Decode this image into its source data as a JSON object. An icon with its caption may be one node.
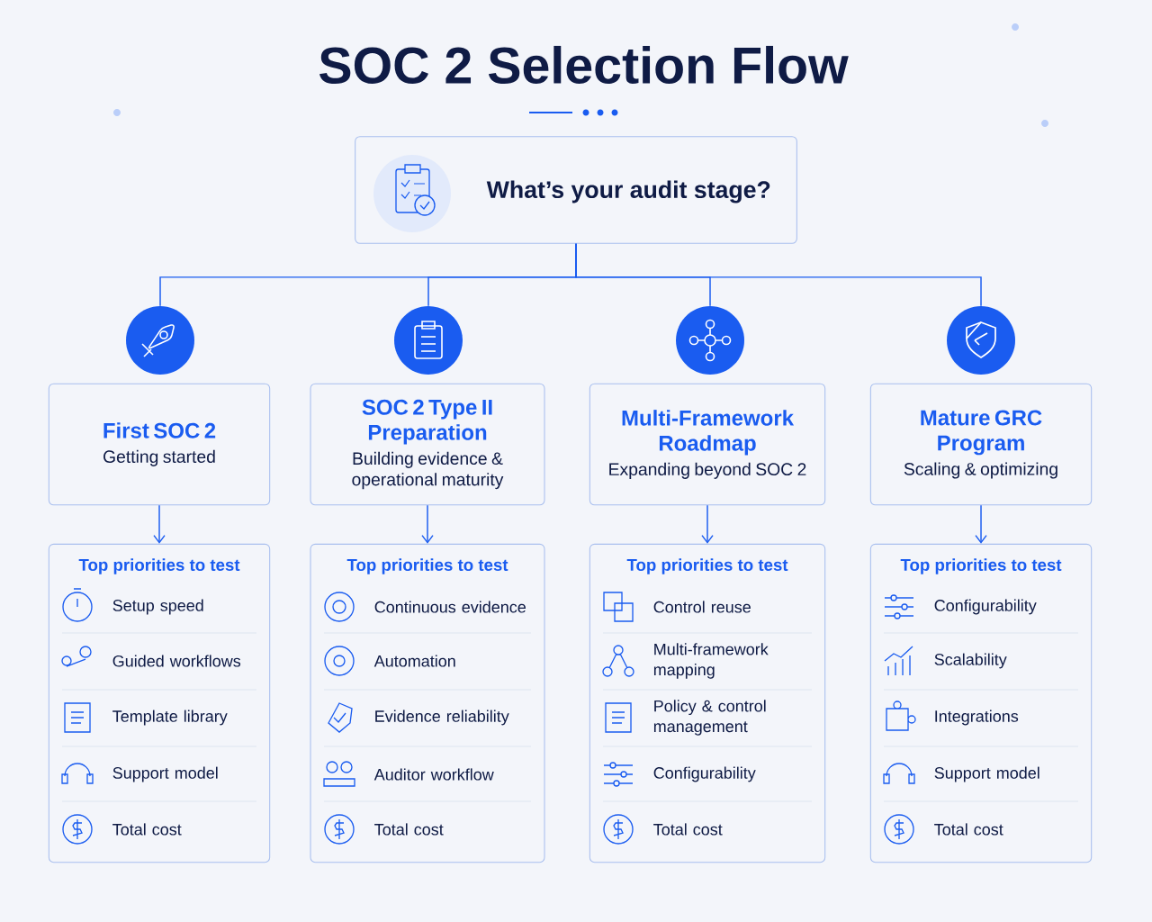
{
  "diagram": {
    "title": "SOC 2 Selection Flow",
    "nodes": [
      {
        "text": [
          "What’s your audit stage?"
        ]
      },
      {
        "text": [],
        "shape": "circle"
      },
      {
        "text": [],
        "shape": "circle"
      },
      {
        "text": [],
        "shape": "circle"
      },
      {
        "text": [],
        "shape": "circle"
      },
      {
        "text": [
          "First SOC 2",
          "Getting started"
        ]
      },
      {
        "text": [
          "SOC 2 Type II Preparation",
          "Building evidence & operational maturity"
        ]
      },
      {
        "text": [
          "Multi-Framework Roadmap",
          "Expanding beyond SOC 2"
        ]
      },
      {
        "text": [
          "Mature GRC Program",
          "Scaling & optimizing"
        ]
      },
      {
        "text": [
          "Top priorities to test",
          "Setup speed",
          "Guided workflows",
          "Template library",
          "Support model",
          "Total cost"
        ]
      },
      {
        "text": [
          "Top priorities to test",
          "Continuous evidence",
          "Automation",
          "Evidence reliability",
          "Auditor workflow",
          "Total cost"
        ]
      },
      {
        "text": [
          "Top priorities to test",
          "Control reuse",
          "Multi-framework mapping",
          "Policy & control management",
          "Configurability",
          "Total cost"
        ]
      },
      {
        "text": [
          "Top priorities to test",
          "Configurability",
          "Scalability",
          "Integrations",
          "Support model",
          "Total cost"
        ]
      }
    ],
    "edges": [
      {
        "from": 0,
        "to": 1,
        "arrow": "none"
      },
      {
        "from": 0,
        "to": 2,
        "arrow": "none"
      },
      {
        "from": 0,
        "to": 3,
        "arrow": "none"
      },
      {
        "from": 0,
        "to": 4,
        "arrow": "none"
      },
      {
        "from": 5,
        "to": 9,
        "arrow": "to"
      },
      {
        "from": 6,
        "to": 10,
        "arrow": "to"
      },
      {
        "from": 7,
        "to": 11,
        "arrow": "to"
      },
      {
        "from": 8,
        "to": 12,
        "arrow": "to"
      }
    ]
  }
}
